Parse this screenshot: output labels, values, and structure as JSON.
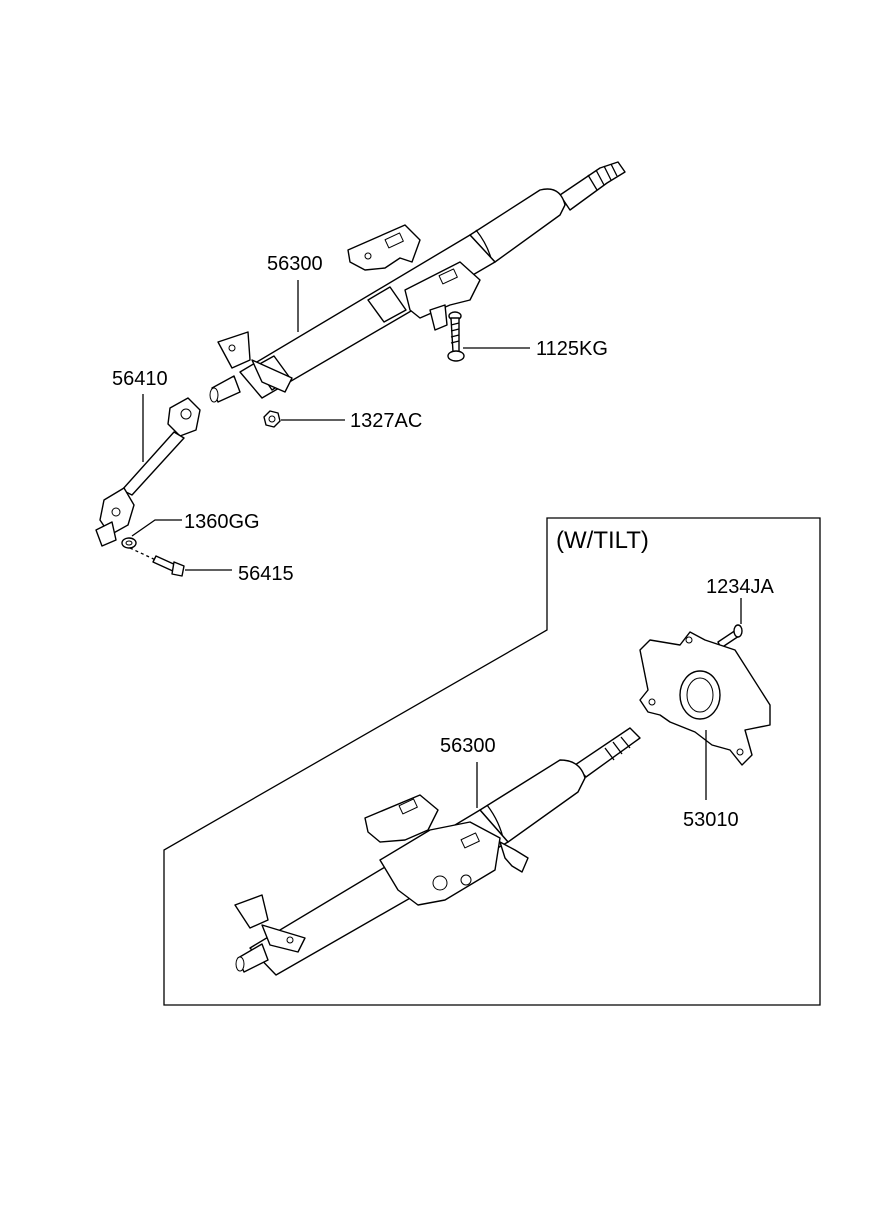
{
  "labels": {
    "column_main": "56300",
    "bolt_upper": "1125KG",
    "nut": "1327AC",
    "joint_shaft": "56410",
    "washer": "1360GG",
    "bolt_lower": "56415"
  },
  "tilt_box": {
    "title": "(W/TILT)",
    "bolt": "1234JA",
    "column_tilt": "56300",
    "bracket": "53010"
  }
}
